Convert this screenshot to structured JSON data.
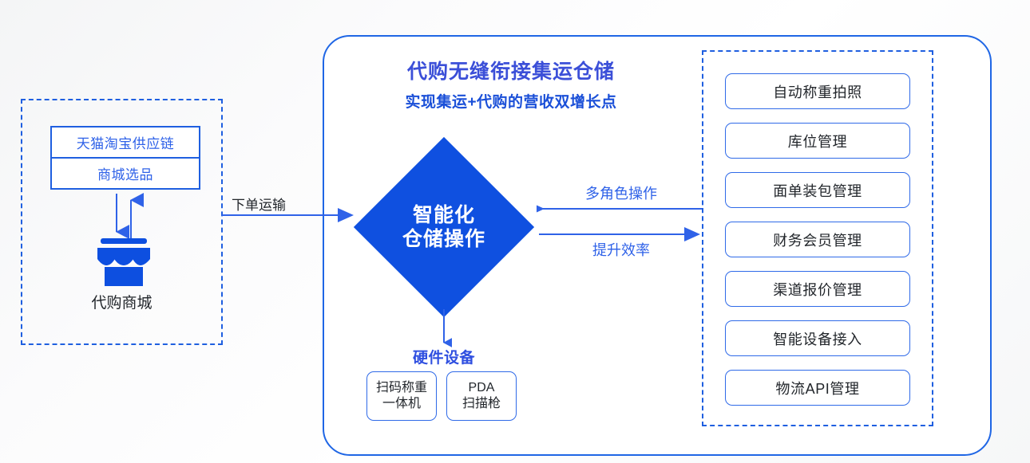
{
  "colors": {
    "primary_blue": "#1f66e5",
    "diamond_blue": "#0f50e0",
    "title_blue": "#3b4fd8",
    "subtitle_blue": "#1a4fd8",
    "dark_text": "#22262b",
    "link_blue": "#2f62e8"
  },
  "left_panel": {
    "boxes": [
      {
        "label": "天猫淘宝供应链"
      },
      {
        "label": "商城选品"
      }
    ],
    "shop_icon": "storefront-icon",
    "shop_label": "代购商城"
  },
  "flow": {
    "order_arrow_label": "下单运输",
    "mid_arrow_top_label": "多角色操作",
    "mid_arrow_bottom_label": "提升效率"
  },
  "main": {
    "title": "代购无缝衔接集运仓储",
    "subtitle": "实现集运+代购的营收双增长点",
    "diamond": {
      "line1": "智能化",
      "line2": "仓储操作"
    }
  },
  "hardware": {
    "title": "硬件设备",
    "devices": [
      {
        "line1": "扫码称重",
        "line2": "一体机"
      },
      {
        "line1": "PDA",
        "line2": "扫描枪"
      }
    ]
  },
  "features": {
    "items": [
      {
        "label": "自动称重拍照"
      },
      {
        "label": "库位管理"
      },
      {
        "label": "面单装包管理"
      },
      {
        "label": "财务会员管理"
      },
      {
        "label": "渠道报价管理"
      },
      {
        "label": "智能设备接入"
      },
      {
        "label": "物流API管理"
      }
    ]
  }
}
